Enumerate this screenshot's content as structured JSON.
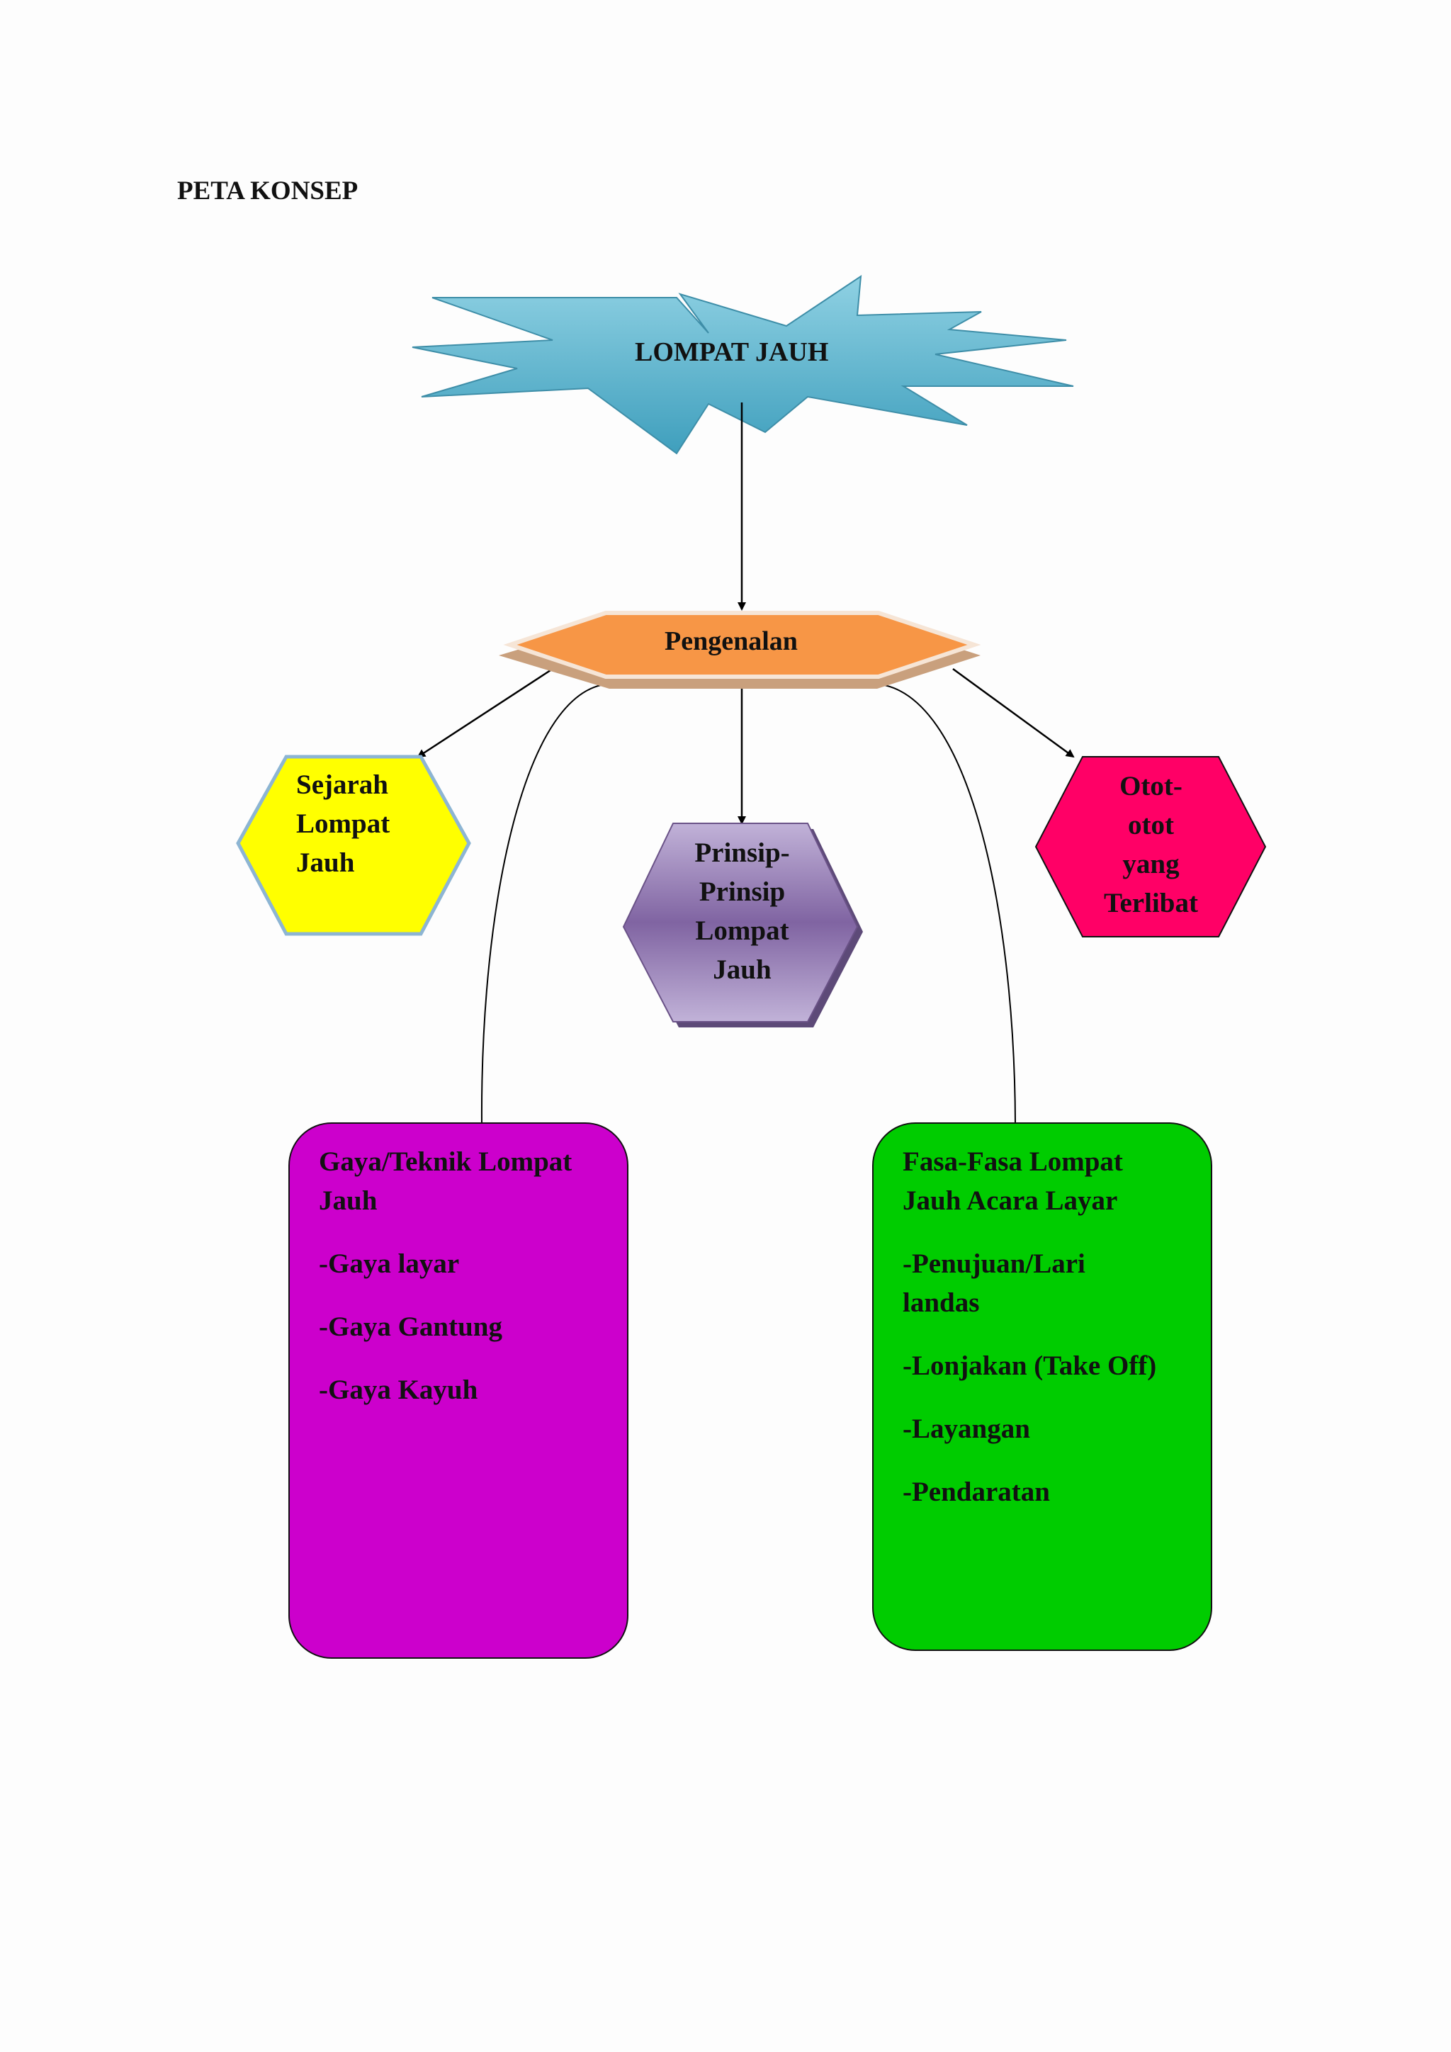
{
  "page": {
    "title": "PETA KONSEP"
  },
  "diagram": {
    "root": {
      "label": "LOMPAT JAUH",
      "color": "#5bb4ce"
    },
    "intro": {
      "label": "Pengenalan",
      "color": "#f79646"
    },
    "sejarah": {
      "lines": [
        "Sejarah",
        "Lompat",
        "Jauh"
      ],
      "color": "#ffff00"
    },
    "prinsip": {
      "lines": [
        "Prinsip-",
        "Prinsip",
        "Lompat",
        "Jauh"
      ],
      "color": "#8064a2"
    },
    "otot": {
      "lines": [
        "Otot-",
        "otot",
        "yang",
        "Terlibat"
      ],
      "color": "#ff0066"
    },
    "gaya": {
      "color": "#cc00cc",
      "heading": [
        "Gaya/Teknik Lompat",
        "Jauh"
      ],
      "items": [
        "-Gaya layar",
        "-Gaya Gantung",
        "-Gaya Kayuh"
      ]
    },
    "fasa": {
      "color": "#00cc00",
      "heading": [
        "Fasa-Fasa Lompat",
        "Jauh Acara Layar"
      ],
      "items": [
        [
          "-Penujuan/Lari",
          "landas"
        ],
        [
          "-Lonjakan (Take Off)"
        ],
        [
          "-Layangan"
        ],
        [
          "-Pendaratan"
        ]
      ]
    }
  }
}
